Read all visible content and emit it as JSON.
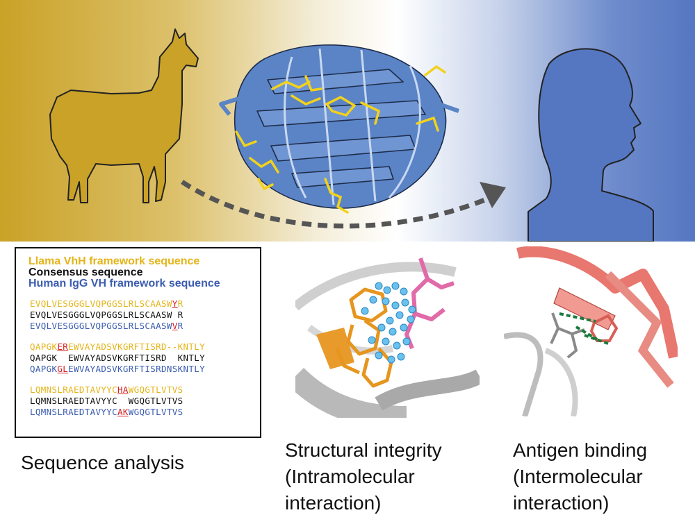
{
  "legend": {
    "llama": "Llama VhH framework sequence",
    "consensus": "Consensus sequence",
    "human": "Human IgG VH framework sequence"
  },
  "sequences": [
    {
      "llama": [
        "EVQLVESGGGLVQPGGSLRLSCAASW",
        "Y",
        "R"
      ],
      "consensus": "EVQLVESGGGLVQPGGSLRLSCAASW R",
      "human": [
        "EVQLVESGGGLVQPGGSLRLSCAASW",
        "V",
        "R"
      ]
    },
    {
      "llama": [
        "QAPGK",
        "ER",
        "EWVAYADSVKGRFTISRD--KNTLY"
      ],
      "consensus": "QAPGK  EWVAYADSVKGRFTISRD  KNTLY",
      "human": [
        "QAPGK",
        "GL",
        "EWVAYADSVKGRFTISRDNSKNTLY"
      ]
    },
    {
      "llama": [
        "LQMNSLRAEDTAVYYC",
        "HA",
        "WGQGTLVTVS"
      ],
      "consensus": "LQMNSLRAEDTAVYYC  WGQGTLVTVS",
      "human": [
        "LQMNSLRAEDTAVYYC",
        "AK",
        "WGQGTLVTVS"
      ]
    }
  ],
  "captions": {
    "sequence": "Sequence analysis",
    "structural_1": "Structural integrity",
    "structural_2": "(Intramolecular",
    "structural_3": "interaction)",
    "antigen_1": "Antigen binding",
    "antigen_2": "(Intermolecular",
    "antigen_3": "interaction)"
  },
  "colors": {
    "llama": "#c9a227",
    "human": "#5577c1",
    "mutation": "#d21f26",
    "protein": "#5a84c6",
    "sidechain": "#f2d21b",
    "hbond": "#4fb7e6",
    "contact": "#1a7a3c"
  }
}
